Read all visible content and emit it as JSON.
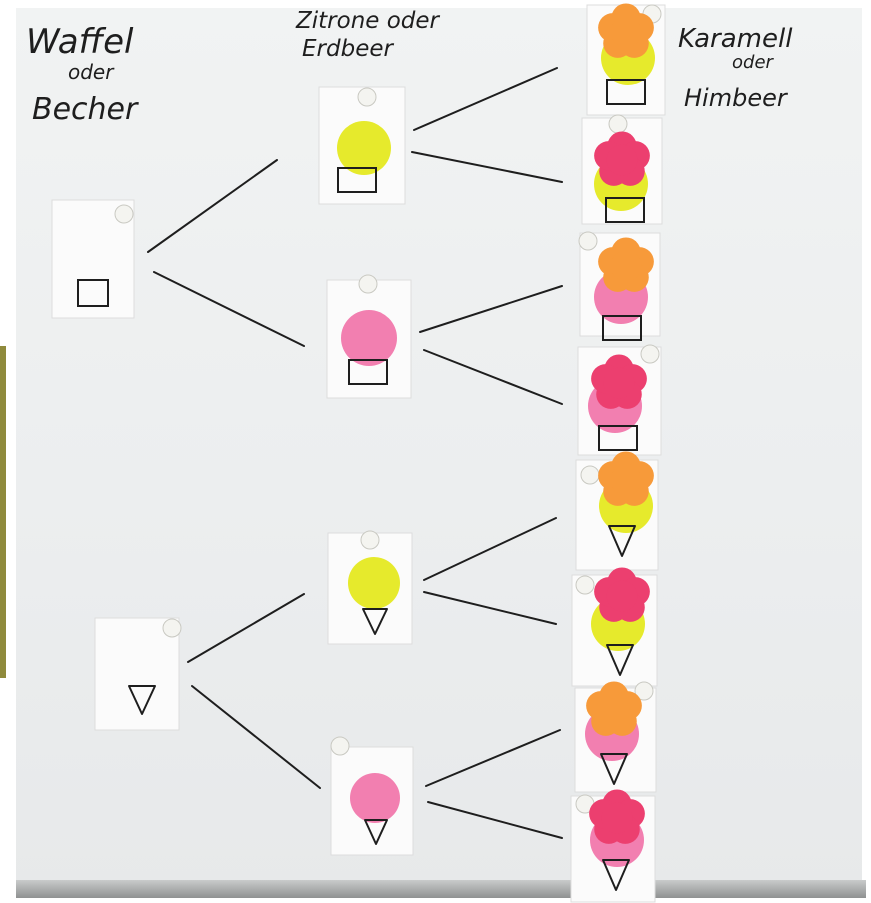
{
  "labels": {
    "column1_line1": "Waffel",
    "column1_line2": "oder",
    "column1_line3": "Becher",
    "column2_line1": "Zitrone oder",
    "column2_line2": "Erdbeer",
    "column3_line1": "Karamell",
    "column3_line2": "oder",
    "column3_line3": "Himbeer"
  },
  "colors": {
    "lemon": "#e6ea2c",
    "strawberry": "#f27fb0",
    "caramel": "#f79a3a",
    "raspberry": "#ec3f6f",
    "paper": "#fbfbfb",
    "magnet": "#f4f4f0",
    "ink": "#1e1e1e"
  },
  "tree": {
    "level1": [
      "cup",
      "cone"
    ],
    "level2": [
      "lemon",
      "strawberry"
    ],
    "level3": [
      "caramel",
      "raspberry"
    ]
  }
}
